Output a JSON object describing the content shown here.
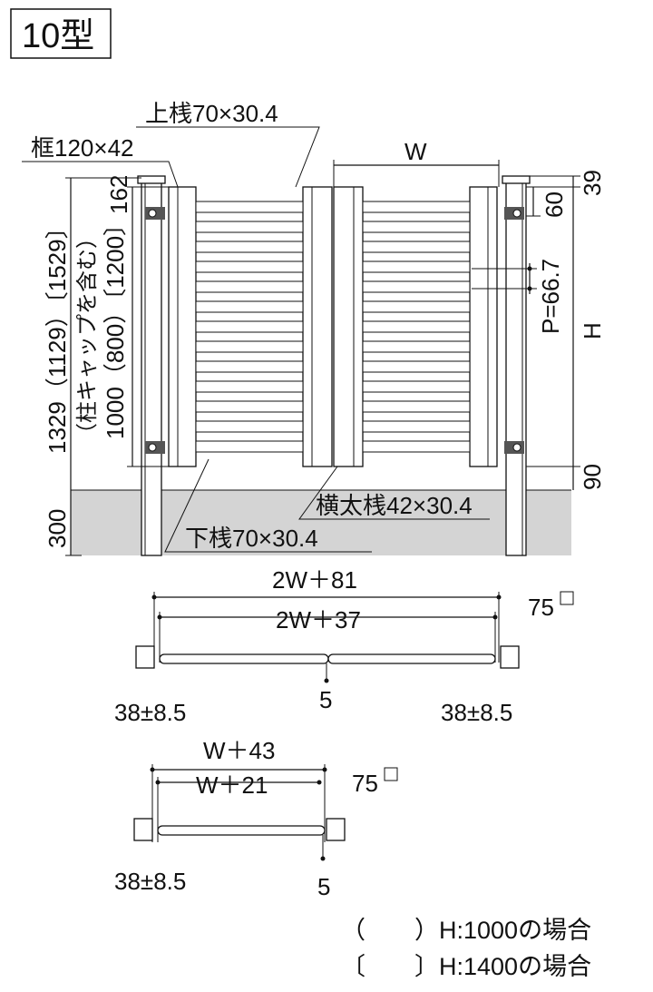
{
  "title": "10型",
  "front": {
    "top_rail": "上桟70×30.4",
    "frame": "框120×42",
    "width_label": "W",
    "h_top": "39",
    "h_60": "60",
    "pitch": "P=66.7",
    "height_label": "H",
    "h_bottom": "90",
    "left_162": "162",
    "left_heights_a": "1329（1129）〔1529〕",
    "left_heights_b": "（柱キャップを含む）",
    "left_heights_c": "1000（800）〔1200〕",
    "ground": "300",
    "mid_rail": "横太桟42×30.4",
    "bottom_rail": "下桟70×30.4"
  },
  "plan_double": {
    "outer": "2W＋81",
    "inner": "2W＋37",
    "post": "75",
    "offset_left": "38±8.5",
    "offset_right": "38±8.5",
    "gap": "5"
  },
  "plan_single": {
    "outer": "W＋43",
    "inner": "W＋21",
    "post": "75",
    "offset_left": "38±8.5",
    "gap": "5"
  },
  "notes": {
    "paren_note": "（　　）H:1000の場合",
    "bracket_note": "〔　　〕H:1400の場合"
  }
}
